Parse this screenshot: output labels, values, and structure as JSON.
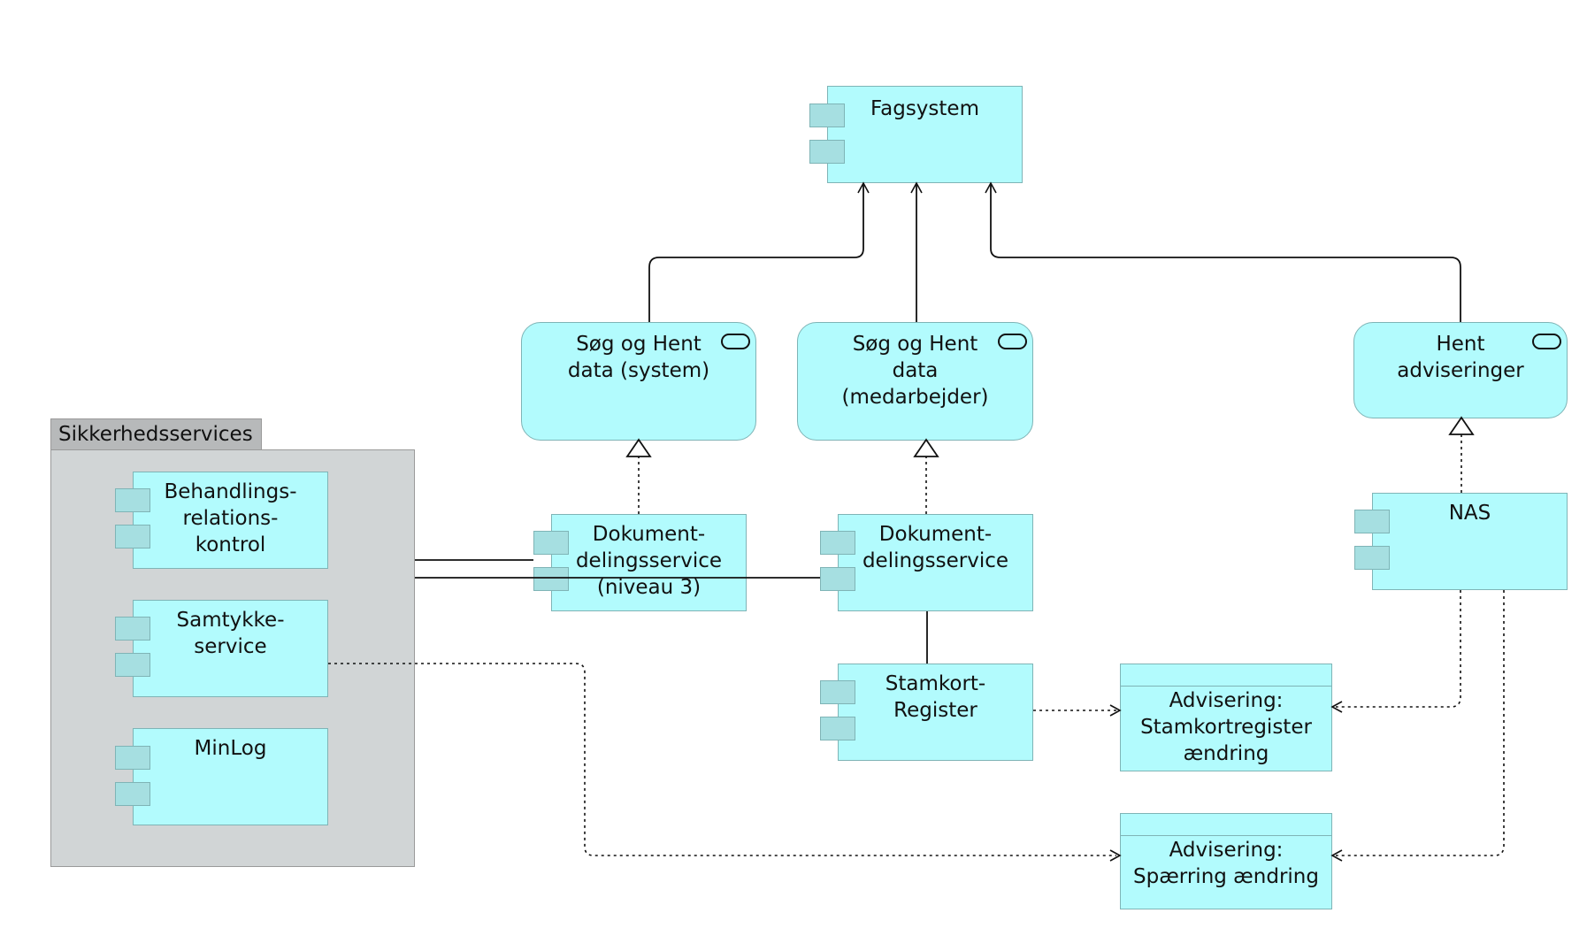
{
  "group": {
    "label": "Sikkerhedsservices"
  },
  "nodes": {
    "fagsystem": "Fagsystem",
    "soeg_system": "Søg og Hent\ndata (system)",
    "soeg_medarbejder": "Søg og Hent\ndata\n(medarbejder)",
    "hent_adviseringer": "Hent\nadviseringer",
    "behandling": "Behandlings-\nrelations-\nkontrol",
    "samtykke": "Samtykke-\nservice",
    "minlog": "MinLog",
    "dds3": "Dokument-\ndelingsservice\n(niveau 3)",
    "dds": "Dokument-\ndelingsservice",
    "nas": "NAS",
    "stamkort": "Stamkort-\nRegister",
    "adv_stamkort": "Advisering:\nStamkortregister\nændring",
    "adv_spaerring": "Advisering:\nSpærring ændring"
  },
  "colors": {
    "element_fill": "#b2fbfd",
    "element_border": "#7fb4b6",
    "group_fill": "#d1d5d6",
    "line": "#111111"
  }
}
